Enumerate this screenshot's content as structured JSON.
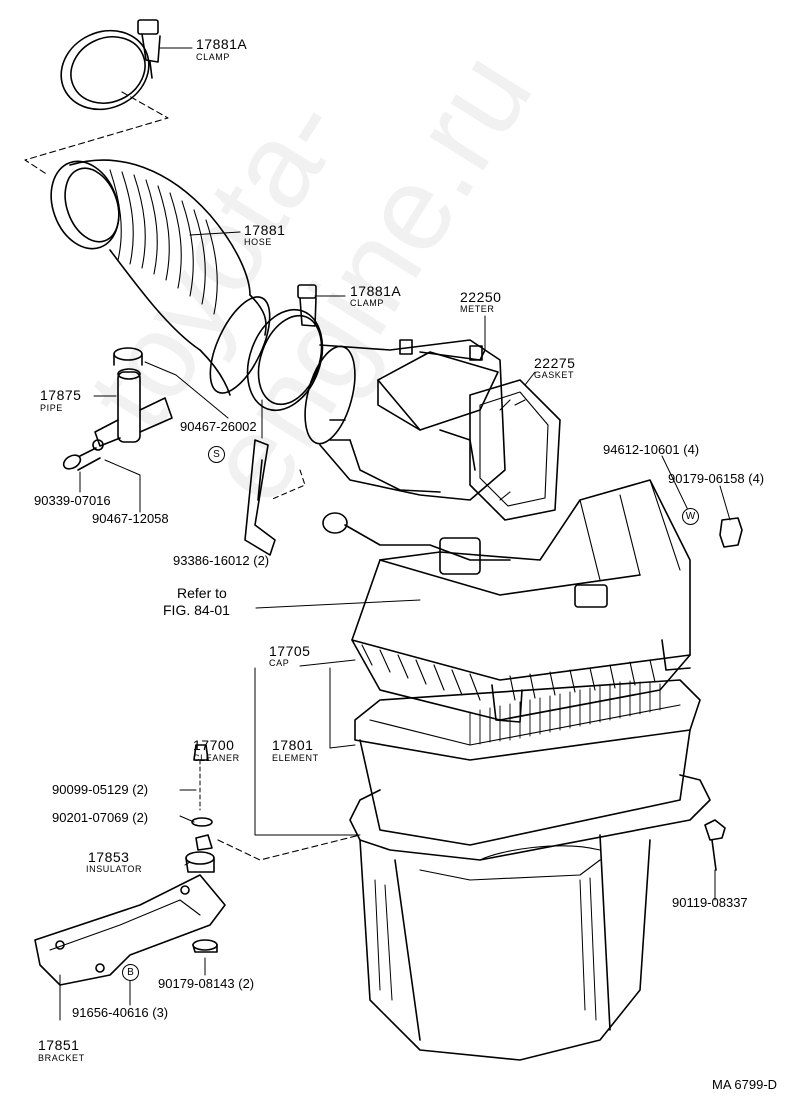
{
  "diagram_id": "MA 6799-D",
  "watermark": "toyota-engine.ru",
  "reference": {
    "line1": "Refer to",
    "line2": "FIG. 84-01"
  },
  "symbols": {
    "s": "S",
    "w": "W",
    "b": "B"
  },
  "parts": {
    "p17881A_top": {
      "number": "17881A",
      "name": "CLAMP"
    },
    "p17881": {
      "number": "17881",
      "name": "HOSE"
    },
    "p17881A_mid": {
      "number": "17881A",
      "name": "CLAMP"
    },
    "p22250": {
      "number": "22250",
      "name": "METER"
    },
    "p22275": {
      "number": "22275",
      "name": "GASKET"
    },
    "p17875": {
      "number": "17875",
      "name": "PIPE"
    },
    "p90467_26002": {
      "number": "90467-26002"
    },
    "p90339_07016": {
      "number": "90339-07016"
    },
    "p90467_12058": {
      "number": "90467-12058"
    },
    "p93386_16012": {
      "number": "93386-16012 (2)"
    },
    "p94612_10601": {
      "number": "94612-10601 (4)"
    },
    "p90179_06158": {
      "number": "90179-06158 (4)"
    },
    "p17705": {
      "number": "17705",
      "name": "CAP"
    },
    "p17700": {
      "number": "17700",
      "name": "CLEANER"
    },
    "p17801": {
      "number": "17801",
      "name": "ELEMENT"
    },
    "p90099_05129": {
      "number": "90099-05129 (2)"
    },
    "p90201_07069": {
      "number": "90201-07069 (2)"
    },
    "p17853": {
      "number": "17853",
      "name": "INSULATOR"
    },
    "p90179_08143": {
      "number": "90179-08143 (2)"
    },
    "p91656_40616": {
      "number": "91656-40616 (3)"
    },
    "p17851": {
      "number": "17851",
      "name": "BRACKET"
    },
    "p90119_08337": {
      "number": "90119-08337"
    }
  }
}
